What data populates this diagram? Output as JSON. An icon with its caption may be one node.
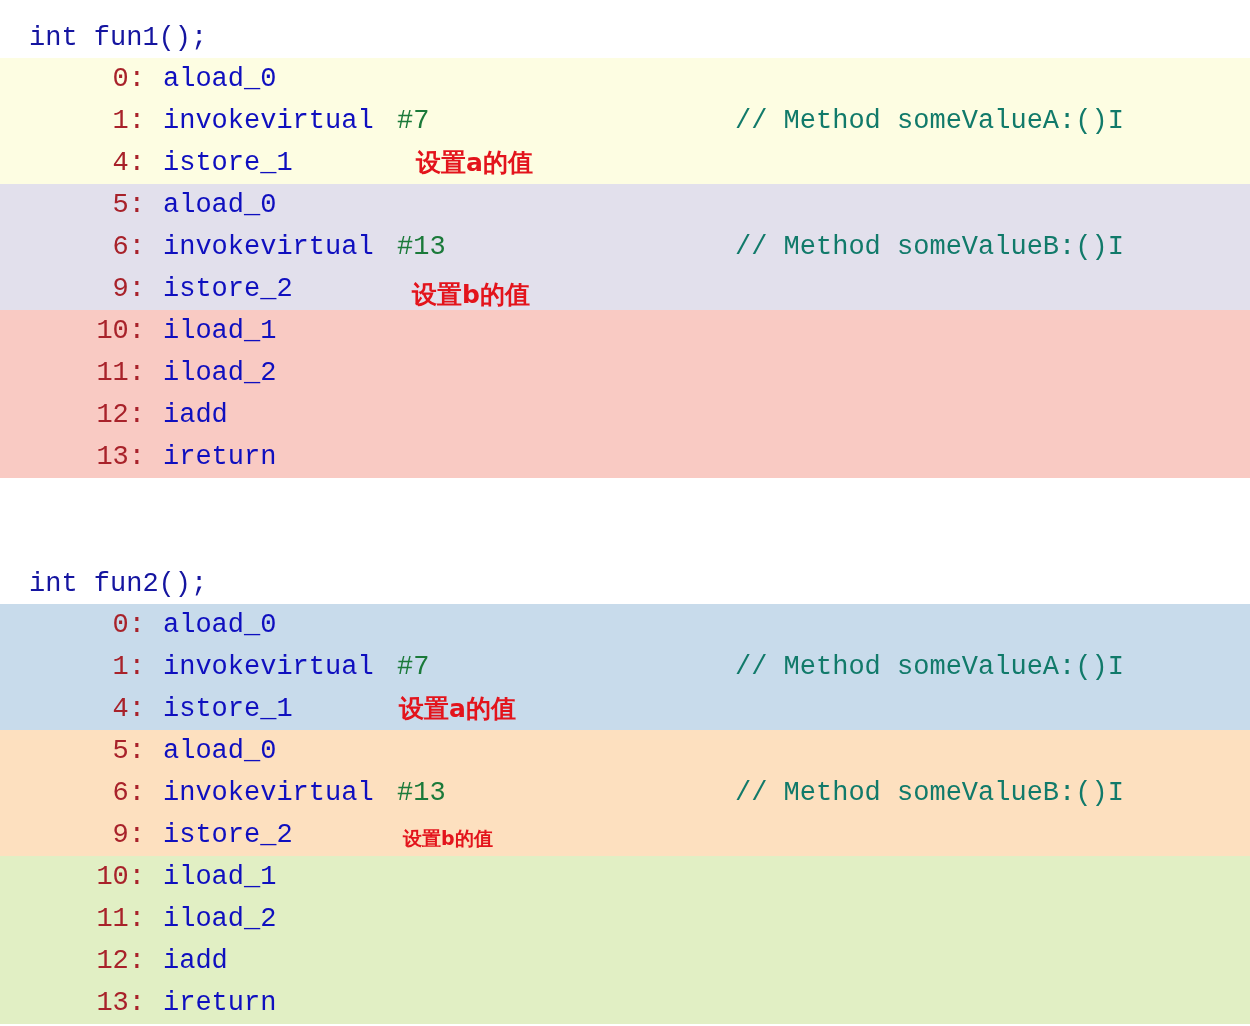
{
  "diagram": {
    "nodes": [
      {
        "text": [],
        "shape": "bar"
      },
      {
        "text": [
          "0:",
          "aload_0"
        ],
        "in": 0
      },
      {
        "text": [
          "1:",
          "invokevirtual",
          "#7",
          "// Method someValueA:()I"
        ],
        "in": 0
      },
      {
        "text": [
          "4:",
          "istore_1"
        ],
        "in": 0,
        "beside": [
          "设置a的值"
        ]
      },
      {
        "text": [],
        "shape": "bar"
      },
      {
        "text": [
          "5:",
          "aload_0"
        ],
        "in": 4
      },
      {
        "text": [
          "6:",
          "invokevirtual",
          "#13",
          "// Method someValueB:()I"
        ],
        "in": 4
      },
      {
        "text": [
          "9:",
          "istore_2"
        ],
        "in": 4,
        "beside": [
          "设置b的值"
        ]
      },
      {
        "text": [],
        "shape": "bar"
      },
      {
        "text": [
          "10:",
          "iload_1"
        ],
        "in": 8
      },
      {
        "text": [
          "11:",
          "iload_2"
        ],
        "in": 8
      },
      {
        "text": [
          "12:",
          "iadd"
        ],
        "in": 8
      },
      {
        "text": [
          "13:",
          "ireturn"
        ],
        "in": 8
      },
      {
        "text": [],
        "shape": "bar"
      },
      {
        "text": [
          "0:",
          "aload_0"
        ],
        "in": 13
      },
      {
        "text": [
          "1:",
          "invokevirtual",
          "#7",
          "// Method someValueA:()I"
        ],
        "in": 13
      },
      {
        "text": [
          "4:",
          "istore_1"
        ],
        "in": 13,
        "beside": [
          "设置a的值"
        ]
      },
      {
        "text": [],
        "shape": "bar"
      },
      {
        "text": [
          "5:",
          "aload_0"
        ],
        "in": 17
      },
      {
        "text": [
          "6:",
          "invokevirtual",
          "#13",
          "// Method someValueB:()I"
        ],
        "in": 17
      },
      {
        "text": [
          "9:",
          "istore_2"
        ],
        "in": 17,
        "beside": [
          "设置b的值"
        ]
      },
      {
        "text": [],
        "shape": "bar"
      },
      {
        "text": [
          "10:",
          "iload_1"
        ],
        "in": 21
      },
      {
        "text": [
          "11:",
          "iload_2"
        ],
        "in": 21
      },
      {
        "text": [
          "12:",
          "iadd"
        ],
        "in": 21
      },
      {
        "text": [
          "13:",
          "ireturn"
        ],
        "in": 21
      }
    ],
    "labels": [
      "int fun1();",
      "int fun2();"
    ]
  }
}
